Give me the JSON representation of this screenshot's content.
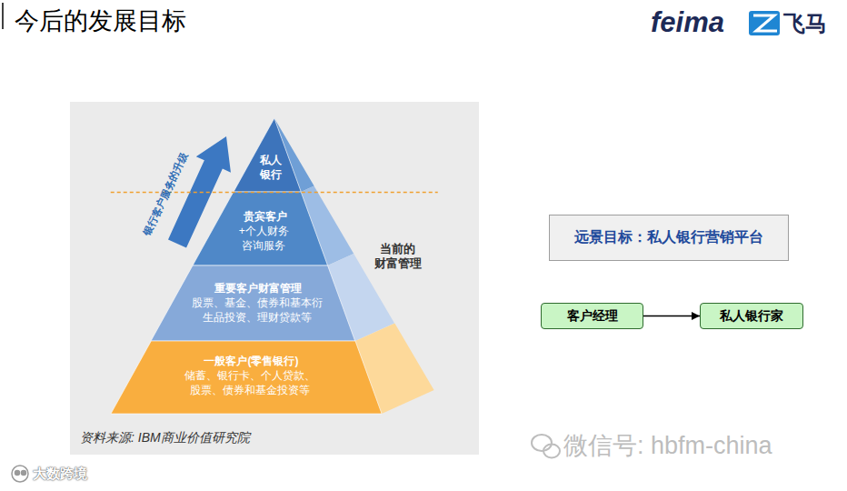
{
  "diagram": {
    "title": "今后的发展目标",
    "nodes": [
      {
        "text": [
          "私人 银行"
        ]
      },
      {
        "text": [
          "贵宾客户",
          "+个人财务 咨询服务"
        ]
      },
      {
        "text": [
          "重要客户财富管理",
          "股票、基金、债券和基本衍 生品投资、理财贷款等"
        ]
      },
      {
        "text": [
          "一般客户(零售银行)",
          "储蓄、银行卡、个人贷款、 股票、债券和基金投资等"
        ]
      },
      {
        "text": [
          "远景目标：私人银行营销平台"
        ]
      },
      {
        "text": [
          "客户经理"
        ]
      },
      {
        "text": [
          "私人银行家"
        ]
      }
    ],
    "edges": [
      {
        "from": 5,
        "to": 6,
        "arrow": "to"
      }
    ],
    "labels": [
      "feima",
      "飞马",
      "银行客户服务的升级",
      "当前的 财富管理",
      "资料来源: IBM商业价值研究院",
      "微信号: hbfm-china",
      "大数跨境"
    ]
  }
}
